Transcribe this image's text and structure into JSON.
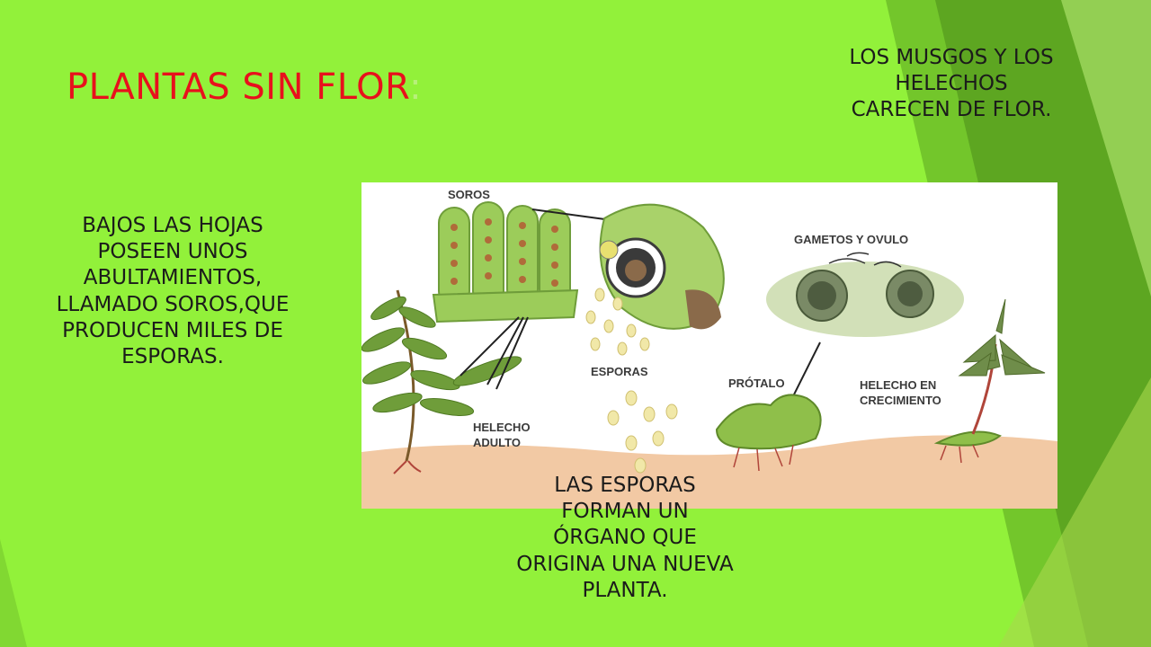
{
  "slide": {
    "title": "PLANTAS SIN FLOR",
    "title_colon": ":",
    "left_text": "BAJOS LAS HOJAS POSEEN UNOS ABULTAMIENTOS, LLAMADO SOROS,QUE PRODUCEN MILES DE ESPORAS.",
    "top_right_text": "LOS MUSGOS Y LOS HELECHOS CARECEN DE FLOR.",
    "bottom_text": "LAS ESPORAS FORMAN UN ÓRGANO QUE ORIGINA UNA NUEVA PLANTA."
  },
  "diagram": {
    "labels": {
      "soros": "SOROS",
      "gametos": "GAMETOS Y OVULO",
      "esporas": "ESPORAS",
      "protalo": "PRÓTALO",
      "helecho_crecimiento_1": "HELECHO EN",
      "helecho_crecimiento_2": "CRECIMIENTO",
      "helecho_adulto_1": "HELECHO",
      "helecho_adulto_2": "ADULTO"
    }
  },
  "colors": {
    "background": "#92f13a",
    "title": "#e8101c",
    "text": "#1b1b1b"
  }
}
